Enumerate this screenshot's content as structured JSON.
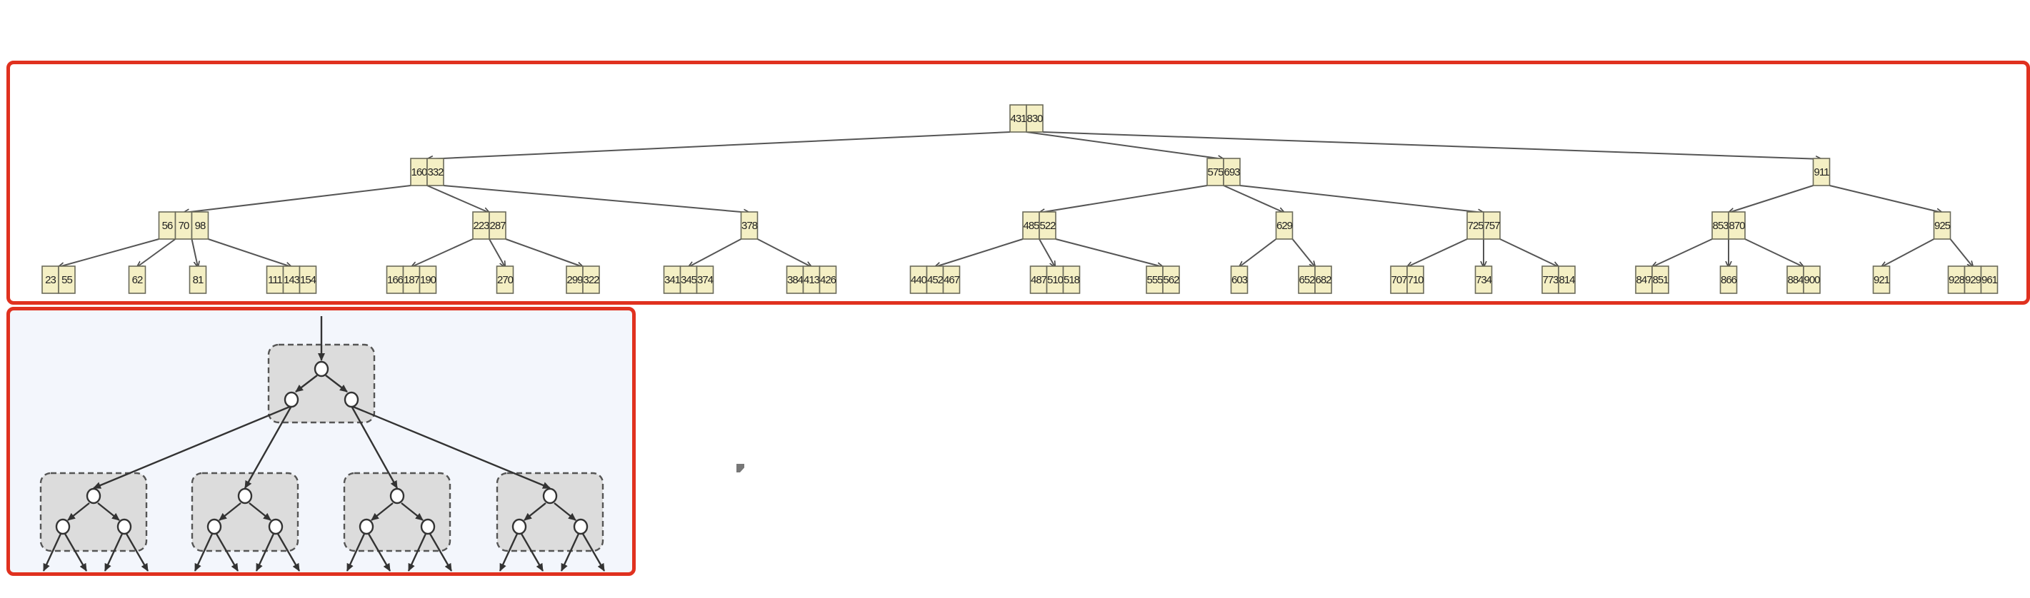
{
  "btree": {
    "levels": [
      [
        {
          "keys": [
            "431",
            "830"
          ],
          "children": [
            0,
            1,
            2
          ]
        }
      ],
      [
        {
          "keys": [
            "160",
            "332"
          ],
          "children": [
            0,
            1,
            2
          ]
        },
        {
          "keys": [
            "575",
            "693"
          ],
          "children": [
            3,
            4,
            5
          ]
        },
        {
          "keys": [
            "911"
          ],
          "children": [
            6,
            7
          ]
        }
      ],
      [
        {
          "keys": [
            "56",
            "70",
            "98"
          ],
          "children": [
            0,
            1,
            2,
            3
          ]
        },
        {
          "keys": [
            "223",
            "287"
          ],
          "children": [
            4,
            5,
            6
          ]
        },
        {
          "keys": [
            "378"
          ],
          "children": [
            7,
            8
          ]
        },
        {
          "keys": [
            "485",
            "522"
          ],
          "children": [
            9,
            10,
            11
          ]
        },
        {
          "keys": [
            "629"
          ],
          "children": [
            12,
            13
          ]
        },
        {
          "keys": [
            "725",
            "757"
          ],
          "children": [
            14,
            15,
            16
          ]
        },
        {
          "keys": [
            "853",
            "870"
          ],
          "children": [
            17,
            18,
            19
          ]
        },
        {
          "keys": [
            "925"
          ],
          "children": [
            20,
            21
          ]
        }
      ],
      [
        {
          "keys": [
            "23",
            "55"
          ]
        },
        {
          "keys": [
            "62"
          ]
        },
        {
          "keys": [
            "81"
          ]
        },
        {
          "keys": [
            "111",
            "143",
            "154"
          ]
        },
        {
          "keys": [
            "166",
            "187",
            "190"
          ]
        },
        {
          "keys": [
            "270"
          ]
        },
        {
          "keys": [
            "299",
            "322"
          ]
        },
        {
          "keys": [
            "341",
            "345",
            "374"
          ]
        },
        {
          "keys": [
            "384",
            "413",
            "426"
          ]
        },
        {
          "keys": [
            "440",
            "452",
            "467"
          ]
        },
        {
          "keys": [
            "487",
            "510",
            "518"
          ]
        },
        {
          "keys": [
            "555",
            "562"
          ]
        },
        {
          "keys": [
            "603"
          ]
        },
        {
          "keys": [
            "652",
            "682"
          ]
        },
        {
          "keys": [
            "707",
            "710"
          ]
        },
        {
          "keys": [
            "734"
          ]
        },
        {
          "keys": [
            "773",
            "814"
          ]
        },
        {
          "keys": [
            "847",
            "851"
          ]
        },
        {
          "keys": [
            "866"
          ]
        },
        {
          "keys": [
            "884",
            "900"
          ]
        },
        {
          "keys": [
            "921"
          ]
        },
        {
          "keys": [
            "928",
            "929",
            "961"
          ]
        }
      ]
    ]
  },
  "binary_blocks": {
    "groups": 5,
    "leaf_arrows": 16
  },
  "colors": {
    "highlight_border": "#e0311f",
    "node_fill": "#f4efc4",
    "block_fill": "#dcdcdc",
    "diagram_bg": "#f3f6fc"
  }
}
